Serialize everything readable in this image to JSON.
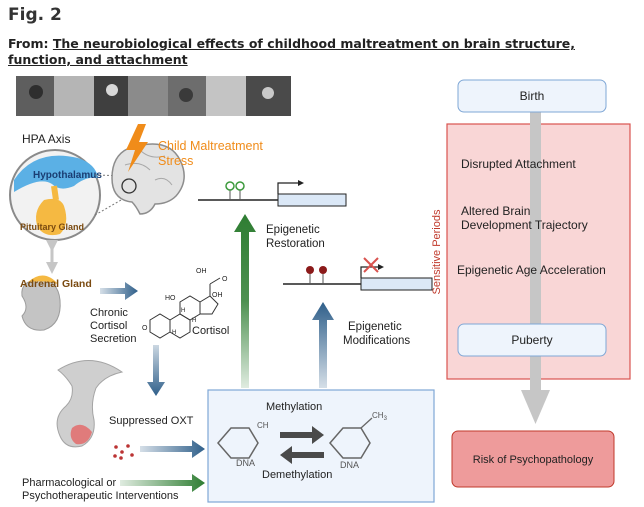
{
  "figure": {
    "label": "Fig. 2",
    "from_prefix": "From: ",
    "article_title": "The neurobiological effects of childhood maltreatment on brain structure, function, and attachment"
  },
  "diagram": {
    "hpa_axis": "HPA Axis",
    "hypothalamus": "Hypothalamus",
    "pituitary": "Pituitary Gland",
    "adrenal": "Adrenal Gland",
    "stress_line1": "Child Maltreatment",
    "stress_line2": "Stress",
    "chronic_line1": "Chronic",
    "chronic_line2": "Cortisol",
    "chronic_line3": "Secretion",
    "cortisol": "Cortisol",
    "suppressed_oxt": "Suppressed OXT",
    "interventions_line1": "Pharmacological or",
    "interventions_line2": "Psychotherapeutic Interventions",
    "epigenetic_restoration_line1": "Epigenetic",
    "epigenetic_restoration_line2": "Restoration",
    "epigenetic_mod_line1": "Epigenetic",
    "epigenetic_mod_line2": "Modifications",
    "methylation": "Methylation",
    "demethylation": "Demethylation",
    "dna_left": "DNA",
    "dna_right": "DNA",
    "ch_label": "CH",
    "ch3_label": "CH",
    "ch3_sub": "3",
    "steroid_labels": {
      "oh_top": "OH",
      "o_right": "O",
      "ho": "HO",
      "oh_mid": "OH",
      "h1": "H",
      "h2": "H",
      "h3": "H",
      "o_left": "O"
    }
  },
  "timeline": {
    "birth": "Birth",
    "sensitive_periods": "Sensitive Periods",
    "disrupted_attachment": "Disrupted Attachment",
    "altered_line1": "Altered Brain",
    "altered_line2": "Development Trajectory",
    "age_acceleration": "Epigenetic Age Acceleration",
    "puberty": "Puberty",
    "risk": "Risk of Psychopathology"
  },
  "colors": {
    "orange": "#f08c1a",
    "green_arrow": "#2e7d32",
    "blue_arrow": "#2f5f8a",
    "pink_panel": "#f9d6d6",
    "pink_border": "#d9534f",
    "risk_fill": "#ee9b9b",
    "node_fill": "#eef4fc",
    "gray_arrow": "#c8c8c8",
    "hypothalamus_blue": "#5bb0e5",
    "pituitary_yellow": "#f5b942"
  }
}
